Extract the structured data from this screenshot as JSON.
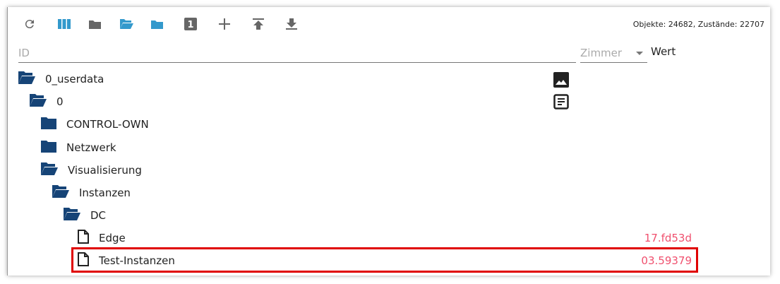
{
  "toolbar": {
    "buttons": [
      "refresh-icon",
      "columns-icon",
      "folder-icon",
      "folder-open-icon",
      "folder-blue-icon",
      "number-one-icon",
      "plus-icon",
      "upload-icon",
      "download-icon"
    ]
  },
  "status": "Objekte: 24682, Zustände: 22707",
  "filter": {
    "id_placeholder": "ID",
    "room_placeholder": "Zimmer",
    "value_header": "Wert"
  },
  "tree": [
    {
      "label": "0_userdata",
      "type": "folder-open"
    },
    {
      "label": "0",
      "type": "folder-open"
    },
    {
      "label": "CONTROL-OWN",
      "type": "folder"
    },
    {
      "label": "Netzwerk",
      "type": "folder"
    },
    {
      "label": "Visualisierung",
      "type": "folder-open"
    },
    {
      "label": "Instanzen",
      "type": "folder-open"
    },
    {
      "label": "DC",
      "type": "folder-open"
    },
    {
      "label": "Edge",
      "type": "file",
      "value": "17.fd53d"
    },
    {
      "label": "Test-Instanzen",
      "type": "file",
      "value": "03.59379"
    }
  ],
  "colors": {
    "folder": "#164477",
    "accent": "#3399cc",
    "value": "#f0506e",
    "highlight": "#e00000"
  }
}
